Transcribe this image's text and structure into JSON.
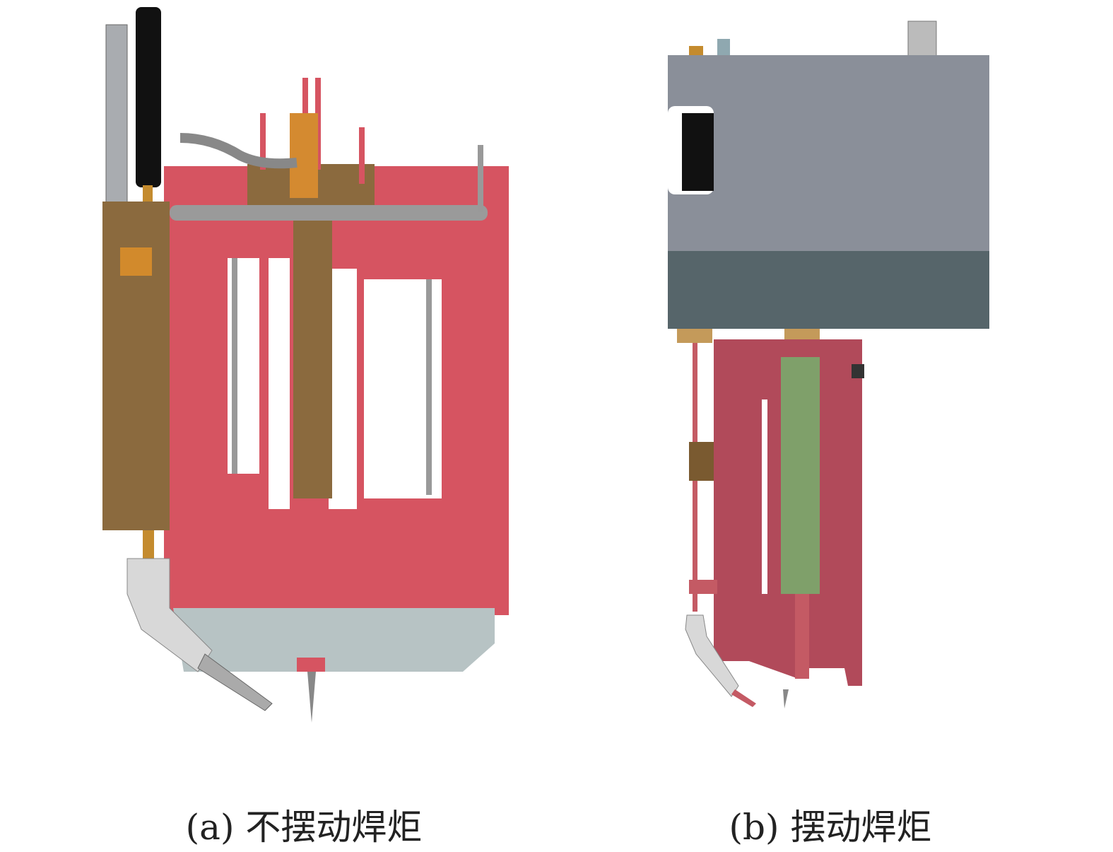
{
  "figure": {
    "panels": [
      {
        "label": "(a)",
        "caption": "不摆动焊炬"
      },
      {
        "label": "(b)",
        "caption": "摆动焊炬"
      }
    ],
    "colors": {
      "frame_red": "#d65461",
      "brass": "#8b6a3e",
      "housing_gray": "#8a8f99",
      "housing_dark": "#56656a",
      "slide_green": "#7fa06a",
      "torch_silver": "#d8d8d8"
    }
  }
}
